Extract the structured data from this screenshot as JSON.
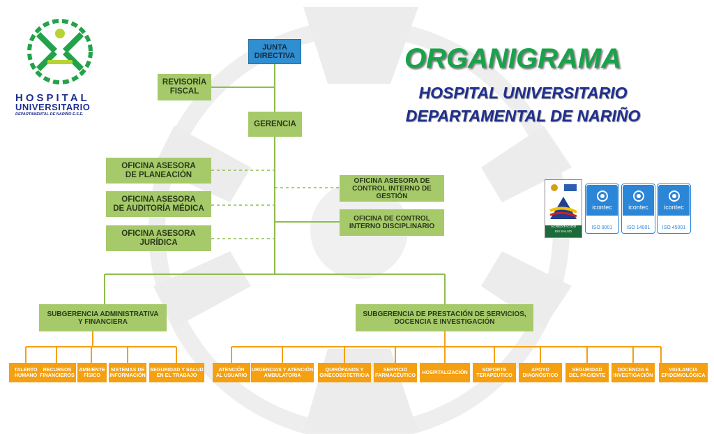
{
  "title": "ORGANIGRAMA",
  "subtitle_line1": "HOSPITAL UNIVERSITARIO",
  "subtitle_line2": "DEPARTAMENTAL DE NARIÑO",
  "logo": {
    "line1": "HOSPITAL",
    "line2": "UNIVERSITARIO",
    "line3": "DEPARTAMENTAL DE NARIÑO E.S.E."
  },
  "colors": {
    "title_green": "#18a34a",
    "navy": "#1f2f8f",
    "box_green": "#a6c96a",
    "box_blue": "#2f8fd0",
    "box_orange": "#f4a012",
    "line_green": "#8dbd4e",
    "line_orange": "#f4a012",
    "watermark": "#ececec",
    "certificate_blue": "#2b86d8"
  },
  "nodes": {
    "junta": "JUNTA\nDIRECTIVA",
    "revisoria": "REVISORÍA\nFISCAL",
    "gerencia": "GERENCIA",
    "planeacion": "OFICINA ASESORA\nDE PLANEACIÓN",
    "auditoria": "OFICINA ASESORA\nDE AUDITORÍA MÉDICA",
    "juridica": "OFICINA ASESORA\nJURÍDICA",
    "control_gestion": "OFICINA ASESORA DE\nCONTROL INTERNO DE GESTIÓN",
    "control_disciplinario": "OFICINA DE CONTROL\nINTERNO DISCIPLINARIO",
    "sub_admin": "SUBGERENCIA ADMINISTRATIVA\nY FINANCIERA",
    "sub_servicios": "SUBGERENCIA DE PRESTACIÓN DE SERVICIOS,\nDOCENCIA E INVESTIGACIÓN"
  },
  "admin_units": [
    "TALENTO\nHUMANO",
    "RECURSOS\nFINANCIEROS",
    "AMBIENTE\nFÍSICO",
    "SISTEMAS DE\nINFORMACIÓN",
    "SEGURIDAD Y SALUD\nEN EL TRABAJO"
  ],
  "service_units": [
    "ATENCIÓN\nAL USUARIO",
    "URGENCIAS Y ATENCIÓN\nAMBULATORIA",
    "QUIRÓFANOS Y\nGINECOBSTETRICIA",
    "SERVICIO\nFARMACÉUTICO",
    "HOSPITALIZACIÓN",
    "SOPORTE\nTERAPEUTICO",
    "APOYO\nDIAGNÓSTICO",
    "SEGURIDAD\nDEL PACIENTE",
    "DOCENCIA E\nINVESTIGACIÓN",
    "VIGILANCIA\nEPIDEMIOLÓGICA"
  ],
  "certifications": {
    "brand": "icontec",
    "items": [
      "ISO 9001",
      "ISO 14001",
      "ISO 45001"
    ],
    "acreditacion_line1": "ACREDITACIÓN",
    "acreditacion_line2": "EN SALUD"
  }
}
